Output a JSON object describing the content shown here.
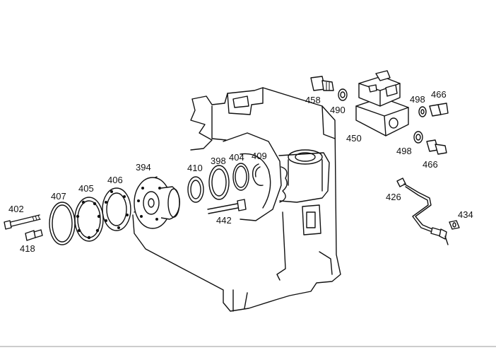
{
  "labels": {
    "p394": "394",
    "p398": "398",
    "p402": "402",
    "p404": "404",
    "p405": "405",
    "p406": "406",
    "p407": "407",
    "p409": "409",
    "p410": "410",
    "p418": "418",
    "p426": "426",
    "p434": "434",
    "p442": "442",
    "p450": "450",
    "p458": "458",
    "p466a": "466",
    "p466b": "466",
    "p490": "490",
    "p498a": "498",
    "p498b": "498"
  },
  "colors": {
    "line": "#111111",
    "background": "#ffffff"
  }
}
